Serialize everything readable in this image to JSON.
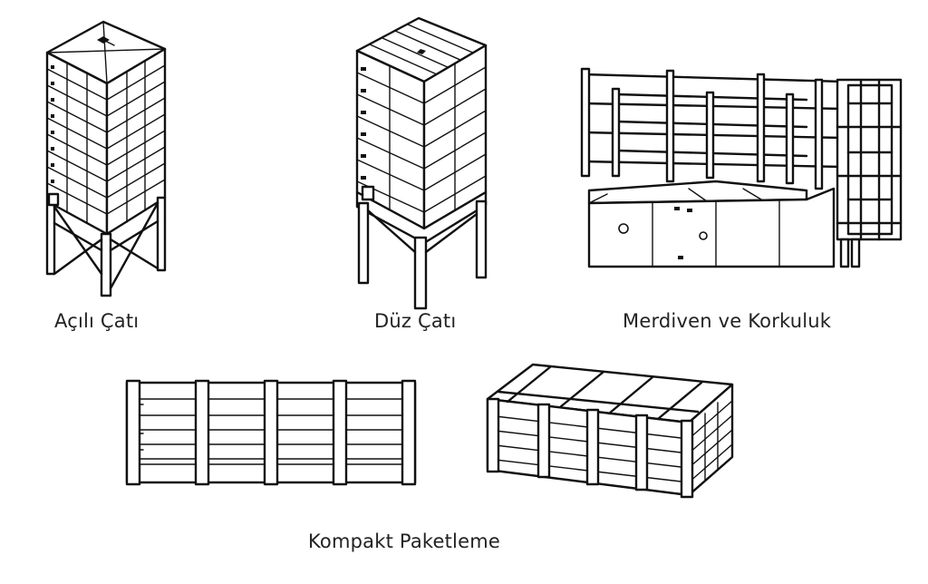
{
  "captions": {
    "angled_roof": "Açılı Çatı",
    "flat_roof": "Düz Çatı",
    "ladder_railing": "Merdiven ve Korkuluk",
    "compact_packaging": "Kompakt Paketleme"
  }
}
